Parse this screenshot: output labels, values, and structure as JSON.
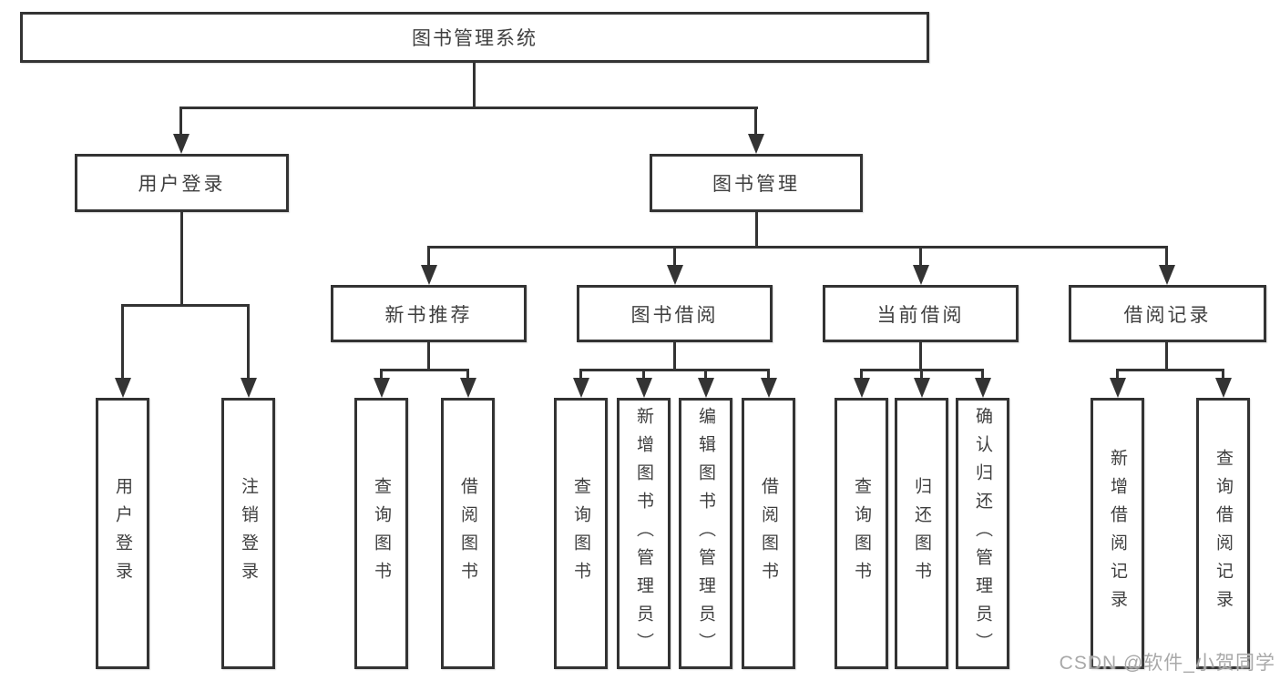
{
  "watermark": "CSDN @软件_小贺同学",
  "colors": {
    "line": "#333333",
    "text": "#3f3f3f",
    "watermark": "#a9a9a9",
    "background": "#ffffff"
  },
  "tree": {
    "label": "图书管理系统",
    "children": [
      {
        "label": "用户登录",
        "children": [
          {
            "label": "用户登录"
          },
          {
            "label": "注销登录"
          }
        ]
      },
      {
        "label": "图书管理",
        "children": [
          {
            "label": "新书推荐",
            "children": [
              {
                "label": "查询图书"
              },
              {
                "label": "借阅图书"
              }
            ]
          },
          {
            "label": "图书借阅",
            "children": [
              {
                "label": "查询图书"
              },
              {
                "label": "新增图书（管理员）"
              },
              {
                "label": "编辑图书（管理员）"
              },
              {
                "label": "借阅图书"
              }
            ]
          },
          {
            "label": "当前借阅",
            "children": [
              {
                "label": "查询图书"
              },
              {
                "label": "归还图书"
              },
              {
                "label": "确认归还（管理员）"
              }
            ]
          },
          {
            "label": "借阅记录",
            "children": [
              {
                "label": "新增借阅记录"
              },
              {
                "label": "查询借阅记录"
              }
            ]
          }
        ]
      }
    ]
  }
}
